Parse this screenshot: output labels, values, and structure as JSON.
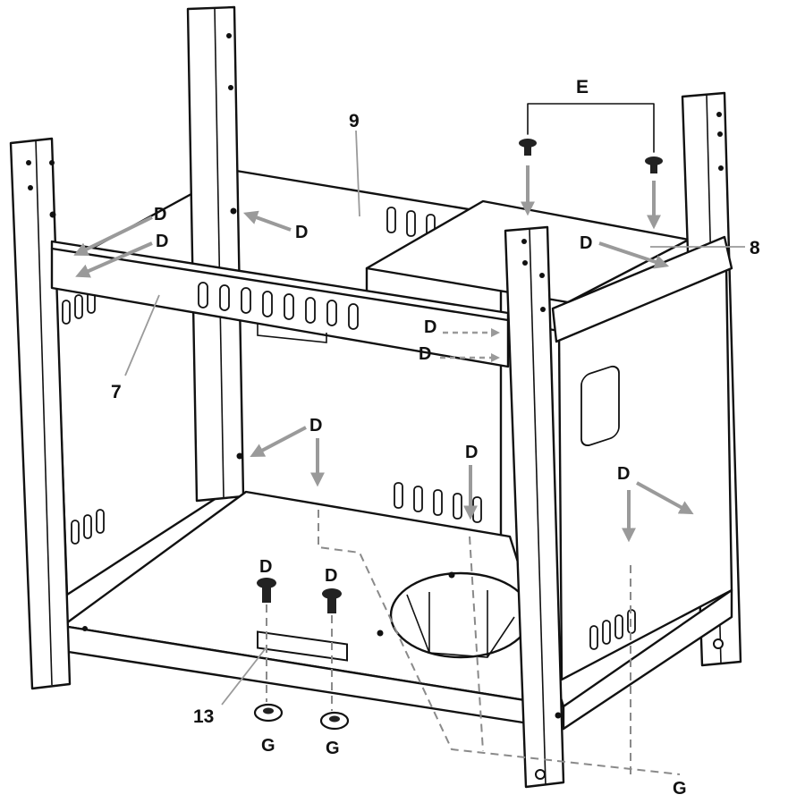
{
  "labels": {
    "part_7": "7",
    "part_8": "8",
    "part_9": "9",
    "part_13": "13",
    "fastener_e": "E",
    "fastener_d": "D",
    "fastener_g": "G"
  },
  "colors": {
    "line": "#111111",
    "arrow": "#9a9a9a",
    "background": "#ffffff"
  }
}
